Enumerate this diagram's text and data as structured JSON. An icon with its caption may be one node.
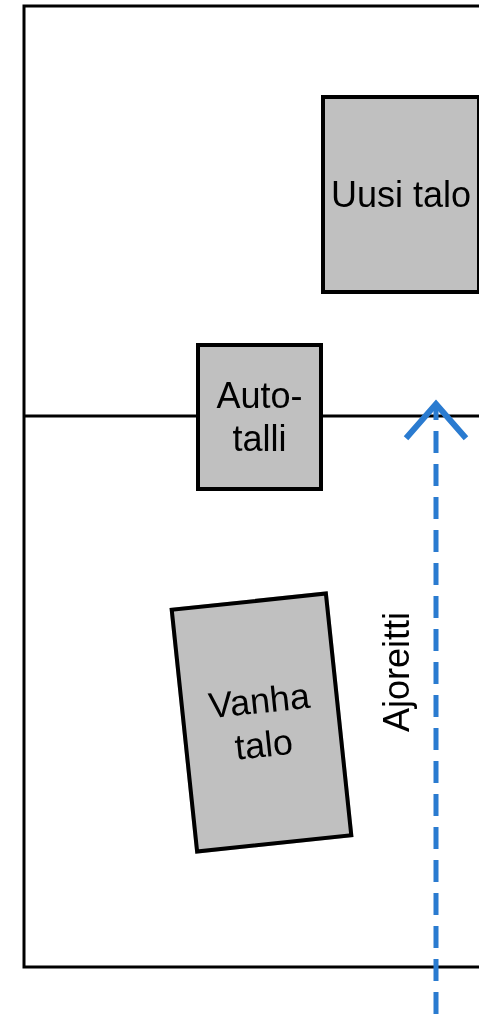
{
  "diagram": {
    "nodes": [
      {
        "text": [
          "Uusi talo"
        ]
      },
      {
        "text": [
          "Auto- talli"
        ]
      },
      {
        "text": [
          "Vanha talo"
        ]
      }
    ],
    "labels": [
      "Ajoreitti"
    ]
  }
}
